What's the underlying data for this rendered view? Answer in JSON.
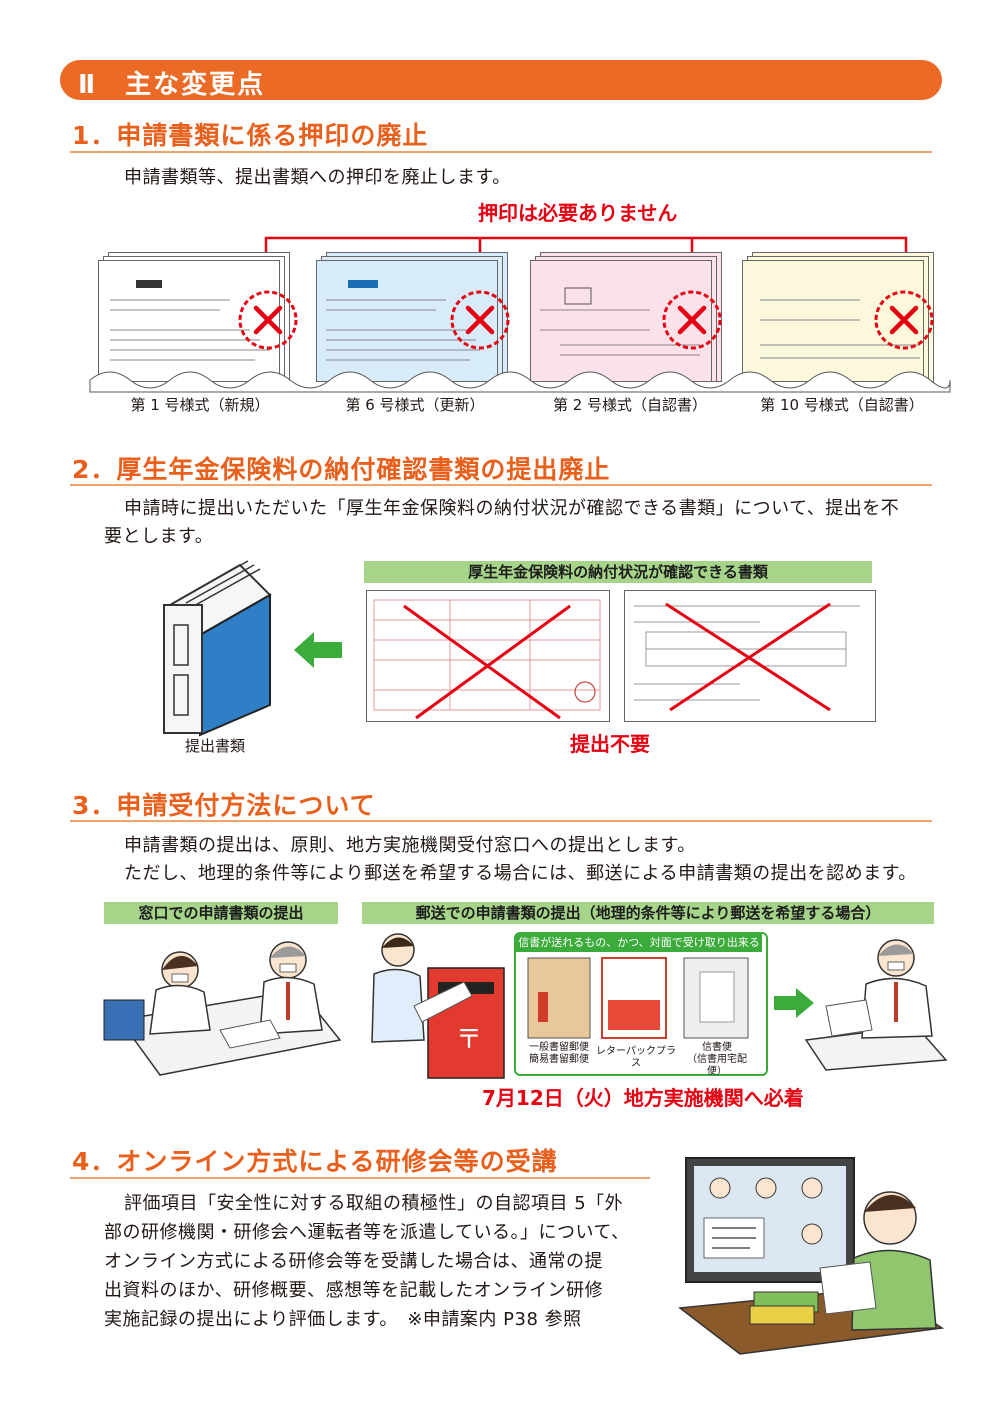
{
  "banner": {
    "label": "Ⅱ　主な変更点"
  },
  "section1": {
    "title": "1．申請書類に係る押印の廃止",
    "body": "申請書類等、提出書類への押印を廃止します。",
    "callout": "押印は必要ありません",
    "forms": [
      {
        "caption": "第 1 号様式（新規）",
        "color": "#ffffff"
      },
      {
        "caption": "第 6 号様式（更新）",
        "color": "#d7ebf8"
      },
      {
        "caption": "第 2 号様式（自認書）",
        "color": "#fbe1e8"
      },
      {
        "caption": "第 10 号様式（自認書）",
        "color": "#fbf8dc"
      }
    ]
  },
  "section2": {
    "title": "2．厚生年金保険料の納付確認書類の提出廃止",
    "body_line1": "申請時に提出いただいた「厚生年金保険料の納付状況が確認できる書類」について、提出を不",
    "body_line2": "要とします。",
    "binder_label": "提出書類",
    "docs_header": "厚生年金保険料の納付状況が確認できる書類",
    "not_required": "提出不要"
  },
  "section3": {
    "title": "3．申請受付方法について",
    "body_line1": "申請書類の提出は、原則、地方実施機関受付窓口への提出とします。",
    "body_line2": "ただし、地理的条件等により郵送を希望する場合には、郵送による申請書類の提出を認めます。",
    "counter_header": "窓口での申請書類の提出",
    "mail_header": "郵送での申請書類の提出（地理的条件等により郵送を希望する場合）",
    "mail_note": "信書が送れるもの、かつ、対面で受け取り出来るもの",
    "mail_items": [
      {
        "label_line1": "一般書留郵便",
        "label_line2": "簡易書留郵便"
      },
      {
        "label_line1": "レターパックプラス",
        "label_line2": ""
      },
      {
        "label_line1": "信書便",
        "label_line2": "（信書用宅配便）"
      }
    ],
    "deadline": "7月12日（火）地方実施機関へ必着"
  },
  "section4": {
    "title": "4．オンライン方式による研修会等の受講",
    "lines": [
      "評価項目「安全性に対する取組の積極性」の自認項目 5「外",
      "部の研修機関・研修会へ運転者等を派遣している。」について、",
      "オンライン方式による研修会等を受講した場合は、通常の提",
      "出資料のほか、研修概要、感想等を記載したオンライン研修",
      "実施記録の提出により評価します。　※申請案内 P38 参照"
    ]
  },
  "colors": {
    "accent": "#ea6a26",
    "red": "#e60012",
    "green_bar": "#a6d58a",
    "green_arrow": "#3bab3b"
  }
}
